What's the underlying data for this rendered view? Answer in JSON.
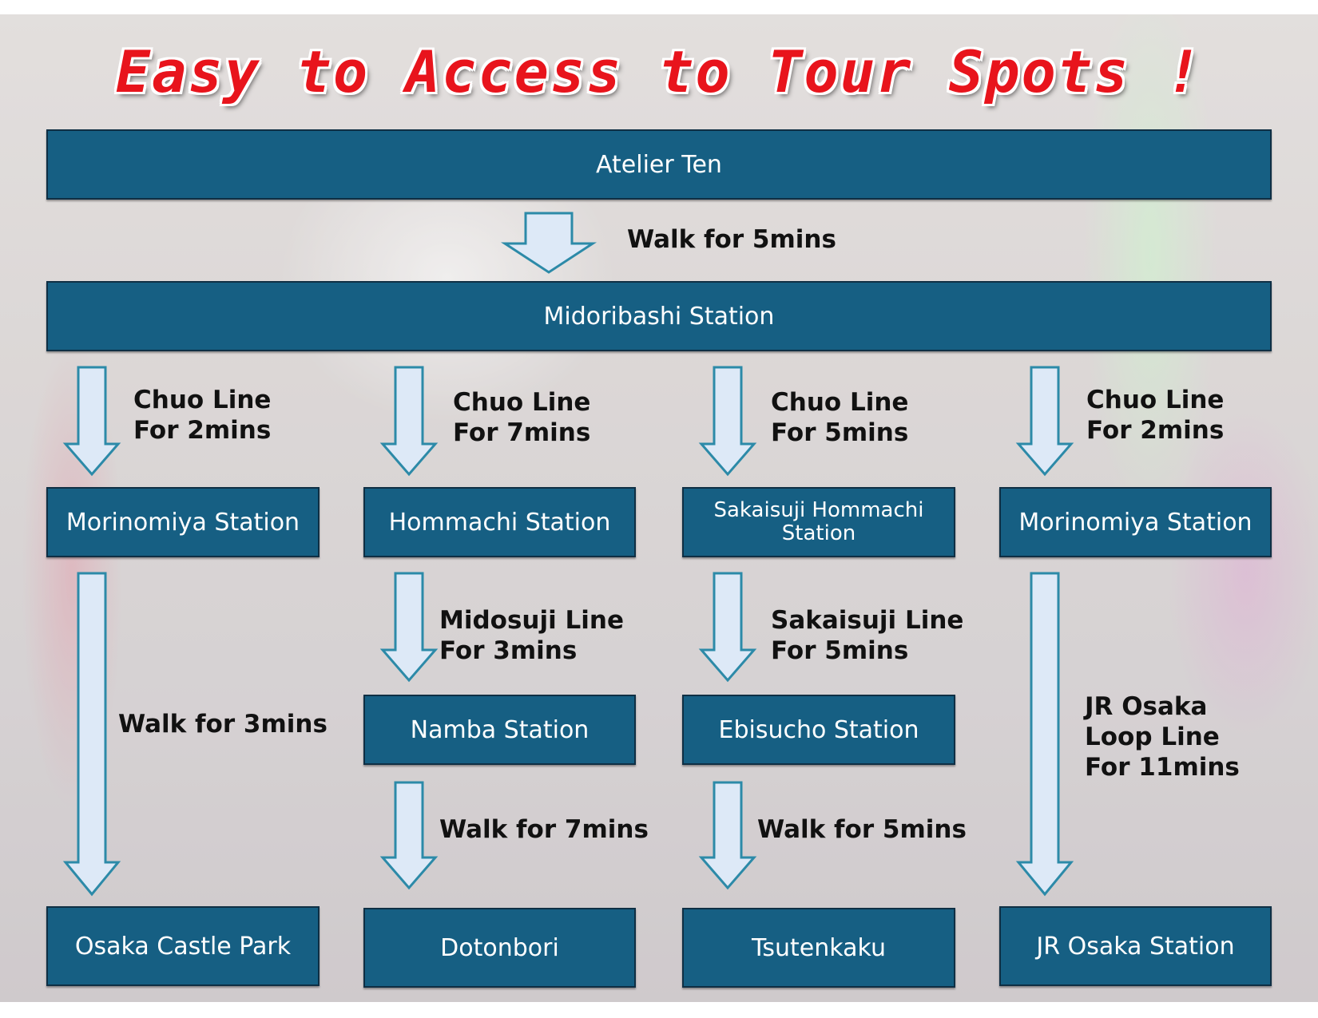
{
  "title": "Easy to Access to Tour Spots !",
  "colors": {
    "box_fill": "#165f83",
    "title_red": "#e8141c",
    "arrow_fill": "#dde9f7",
    "arrow_stroke": "#2c8aa8"
  },
  "origin": "Atelier Ten",
  "walk_to_station": "Walk for 5mins",
  "hub": "Midoribashi Station",
  "routes": [
    {
      "line": "Chuo Line\nFor 2mins",
      "station": "Morinomiya Station",
      "leg2": "Walk for 3mins",
      "destination": "Osaka Castle Park"
    },
    {
      "line": "Chuo Line\nFor 7mins",
      "station": "Hommachi Station",
      "leg2": "Midosuji Line\nFor 3mins",
      "station2": "Namba Station",
      "leg3": "Walk for 7mins",
      "destination": "Dotonbori"
    },
    {
      "line": "Chuo Line\nFor 5mins",
      "station": "Sakaisuji Hommachi\nStation",
      "leg2": "Sakaisuji Line\nFor 5mins",
      "station2": "Ebisucho Station",
      "leg3": "Walk for 5mins",
      "destination": "Tsutenkaku"
    },
    {
      "line": "Chuo Line\nFor 2mins",
      "station": "Morinomiya Station",
      "leg2": "JR Osaka\nLoop Line\nFor 11mins",
      "destination": "JR Osaka Station"
    }
  ]
}
